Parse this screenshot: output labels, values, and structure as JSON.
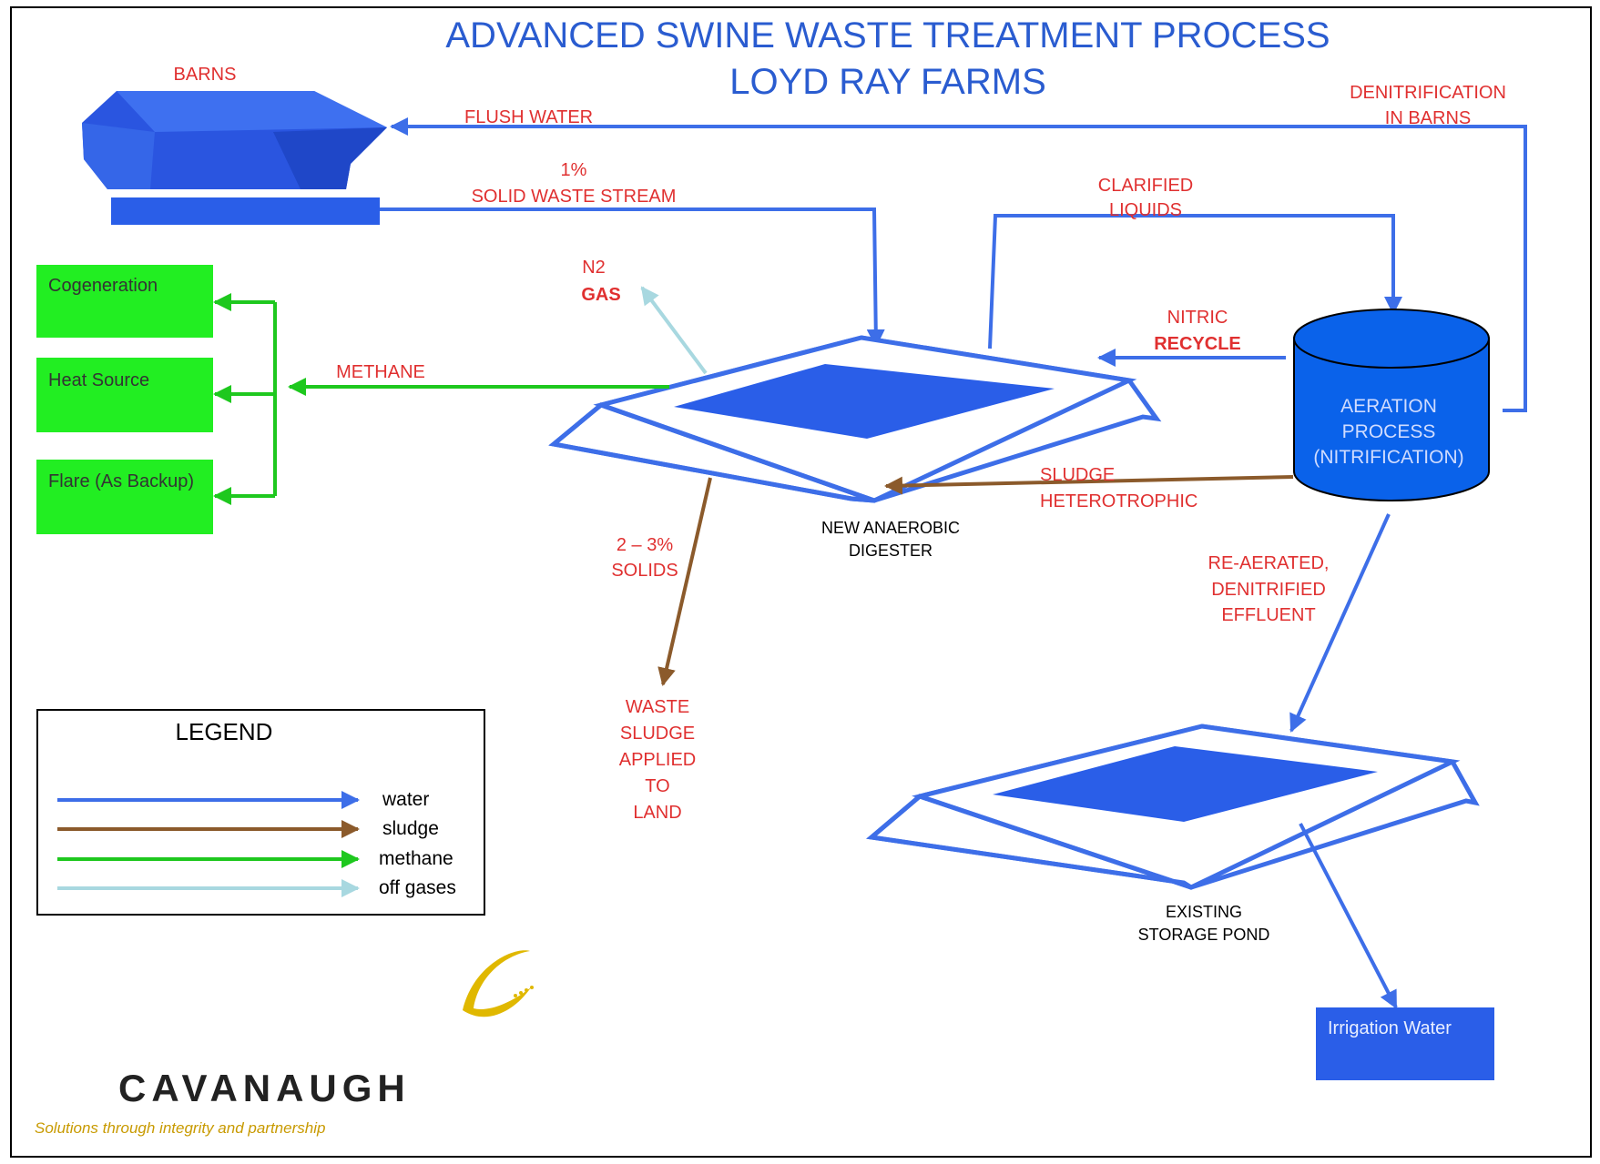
{
  "title": {
    "line1": "ADVANCED SWINE WASTE TREATMENT PROCESS",
    "line2": "LOYD RAY FARMS"
  },
  "colors": {
    "water": "#3d6ee8",
    "sludge": "#8b5a2b",
    "methane": "#1ec81e",
    "offgas": "#a8d8e0",
    "label_red": "#e03030",
    "title_blue": "#2a5cd0",
    "box_green": "#22ee22",
    "box_blue": "#2a5ee8"
  },
  "labels": {
    "barns": "BARNS",
    "flush_water": "FLUSH WATER",
    "solid_pct": "1%",
    "solid_stream": "SOLID WASTE STREAM",
    "denit_1": "DENITRIFICATION",
    "denit_2": "IN BARNS",
    "clarified_1": "CLARIFIED",
    "clarified_2": "LIQUIDS",
    "n2": "N2",
    "gas": "GAS",
    "nitric": "NITRIC",
    "recycle": "RECYCLE",
    "methane": "METHANE",
    "sludge": "SLUDGE",
    "heterotrophic": "HETEROTROPHIC",
    "solids_pct": "2 – 3%",
    "solids": "SOLIDS",
    "digester_1": "NEW ANAEROBIC",
    "digester_2": "DIGESTER",
    "reaerated_1": "RE-AERATED,",
    "reaerated_2": "DENITRIFIED",
    "reaerated_3": "EFFLUENT",
    "waste_1": "WASTE",
    "waste_2": "SLUDGE",
    "waste_3": "APPLIED",
    "waste_4": "TO",
    "waste_5": "LAND",
    "pond_1": "EXISTING",
    "pond_2": "STORAGE POND"
  },
  "tank": {
    "line1": "AERATION",
    "line2": "PROCESS",
    "line3": "(NITRIFICATION)"
  },
  "boxes": {
    "cogeneration": "Cogeneration",
    "heat_source": "Heat Source",
    "flare": "Flare (As Backup)",
    "irrigation": "Irrigation Water"
  },
  "legend": {
    "title": "LEGEND",
    "items": [
      "water",
      "sludge",
      "methane",
      "off gases"
    ]
  },
  "logo": {
    "name": "CAVANAUGH",
    "tagline": "Solutions through integrity and partnership"
  }
}
